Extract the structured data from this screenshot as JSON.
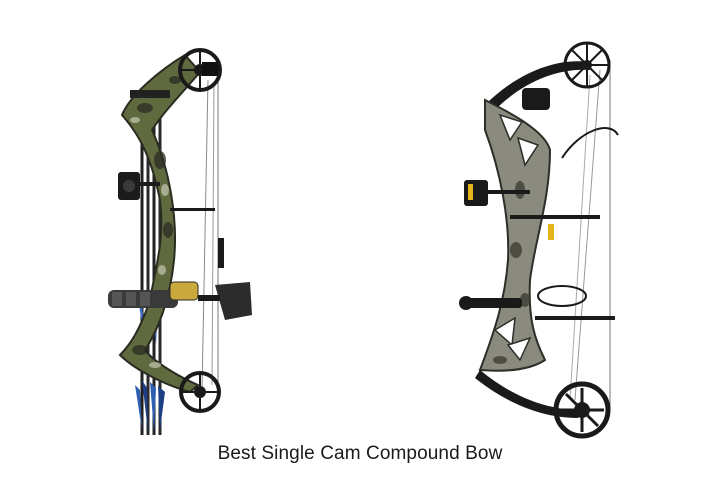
{
  "caption": "Best Single Cam Compound Bow",
  "images": [
    {
      "name": "camo-compound-bow-with-quiver"
    },
    {
      "name": "gray-camo-single-cam-compound-bow"
    }
  ],
  "colors": {
    "background": "#ffffff",
    "caption": "#1a1a1a",
    "camo_green": "#5f6b3f",
    "camo_dark": "#2b2b22",
    "arrow_blue": "#2f5fb0",
    "sight_yellow": "#e3b51b",
    "black": "#111111"
  }
}
